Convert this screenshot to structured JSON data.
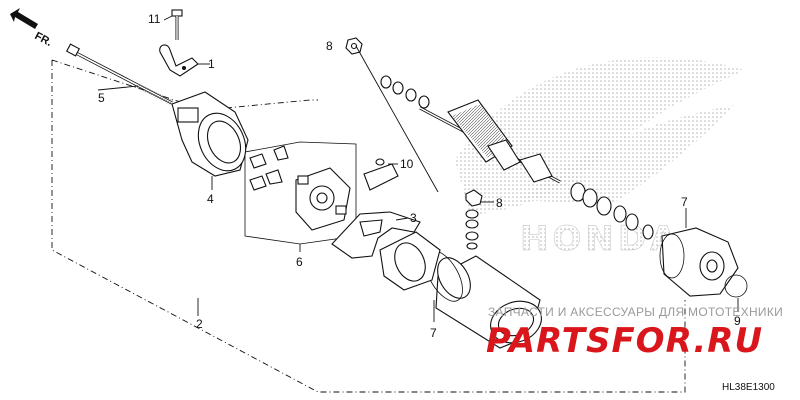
{
  "orientation": {
    "label": "FR.",
    "icon": "forward-arrow-icon"
  },
  "callouts": {
    "c1": "1",
    "c2": "2",
    "c3": "3",
    "c4": "4",
    "c5": "5",
    "c6": "6",
    "c7a": "7",
    "c7b": "7",
    "c8a": "8",
    "c8b": "8",
    "c9": "9",
    "c10": "10",
    "c11": "11"
  },
  "diagram_code": "HL38E1300",
  "watermark": {
    "honda_logo": "HONDA",
    "caption": "ЗАПЧАСТИ И АКСЕССУАРЫ ДЛЯ МОТОТЕХНИКИ",
    "brand": "PARTSFOR.RU",
    "brand_color": "#d9161b"
  }
}
